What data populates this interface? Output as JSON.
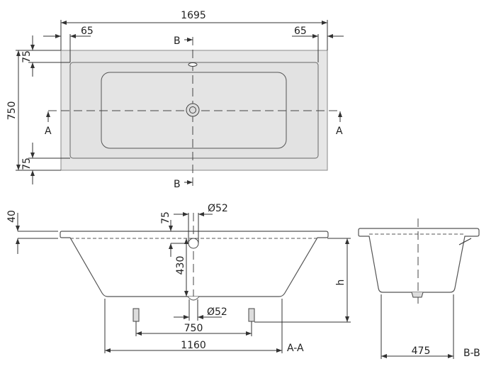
{
  "drawing": {
    "plan_view": {
      "length": "1695",
      "rim_offset_left": "65",
      "rim_offset_right": "65",
      "width": "750",
      "rim_top": "75",
      "rim_bottom": "75",
      "section_a_left": "A",
      "section_a_right": "A",
      "section_b_top": "B",
      "section_b_bottom": "B"
    },
    "section_aa": {
      "rim_thickness": "40",
      "overflow_offset": "75",
      "overflow_diameter": "Ø52",
      "depth": "430",
      "drain_diameter": "Ø52",
      "feet_spacing": "750",
      "bottom_length": "1160",
      "height": "h",
      "label": "A-A"
    },
    "section_bb": {
      "bottom_width": "475",
      "label": "B-B"
    },
    "colors": {
      "tub_fill": "#e6e6e6",
      "lines": "#333333"
    }
  }
}
